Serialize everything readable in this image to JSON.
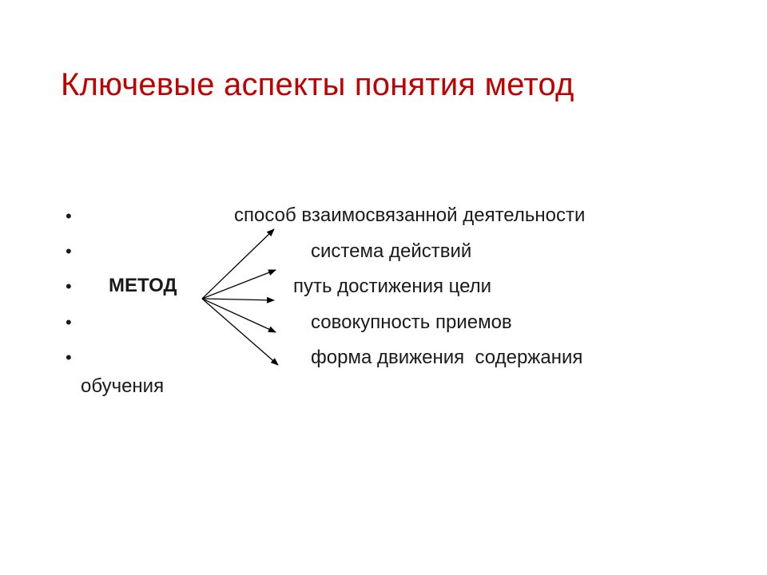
{
  "slide": {
    "title": "Ключевые аспекты понятия метод",
    "bullet_symbol": "•",
    "center_term": "МЕТОД",
    "aspects": [
      "способ взаимосвязанной деятельности",
      "система действий",
      "путь достижения цели",
      "совокупность приемов",
      "форма движения  содержания"
    ],
    "aspect_continuation": "обучения"
  },
  "colors": {
    "title": "#c00000",
    "text": "#1a1a1a",
    "arrow": "#000000"
  }
}
